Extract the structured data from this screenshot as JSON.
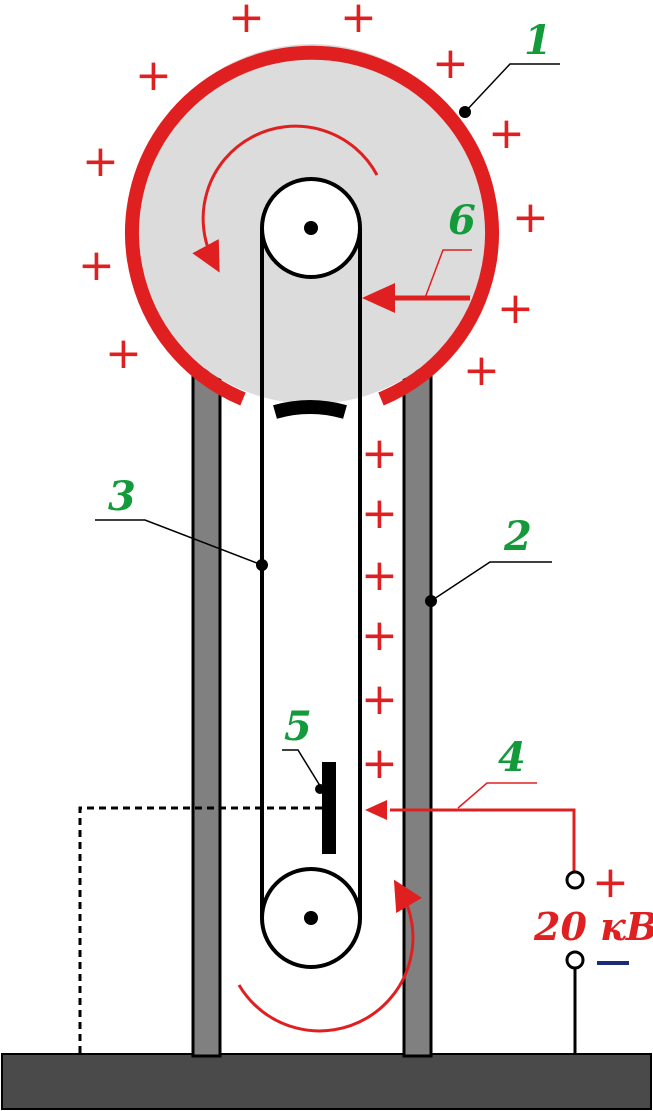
{
  "colors": {
    "charge_red": "#e02020",
    "label_green": "#139a3a",
    "sphere_gray": "#dcdcdc",
    "column_gray": "#808080",
    "base_dark": "#4a4a4a",
    "minus_blue": "#1c2a7a",
    "line_black": "#000000"
  },
  "labels": {
    "sphere": "1",
    "column": "2",
    "belt": "3",
    "electrode_wire": "4",
    "comb": "5",
    "collector": "6"
  },
  "source": {
    "voltage": "20 кВ",
    "plus_sign": "+",
    "minus_sign": "—"
  },
  "charge_symbol": "+"
}
